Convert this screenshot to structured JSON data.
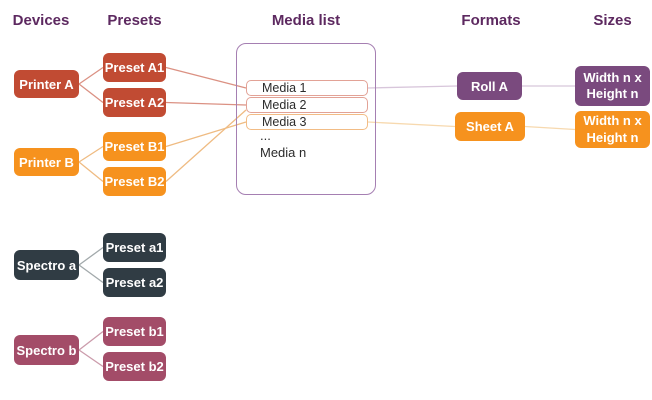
{
  "headers": {
    "devices": "Devices",
    "presets": "Presets",
    "media_list": "Media list",
    "formats": "Formats",
    "sizes": "Sizes"
  },
  "nodes": {
    "printer_a": {
      "label": "Printer A",
      "fill": "#c14b33"
    },
    "printer_b": {
      "label": "Printer B",
      "fill": "#f6921e"
    },
    "spectro_a": {
      "label": "Spectro a",
      "fill": "#303c44"
    },
    "spectro_b": {
      "label": "Spectro b",
      "fill": "#a34c68"
    },
    "preset_a1": {
      "label": "Preset A1",
      "fill": "#c14b33"
    },
    "preset_a2": {
      "label": "Preset A2",
      "fill": "#c14b33"
    },
    "preset_b1": {
      "label": "Preset B1",
      "fill": "#f6921e"
    },
    "preset_b2": {
      "label": "Preset B2",
      "fill": "#f6921e"
    },
    "preset_sa1": {
      "label": "Preset a1",
      "fill": "#303c44"
    },
    "preset_sa2": {
      "label": "Preset a2",
      "fill": "#303c44"
    },
    "preset_sb1": {
      "label": "Preset b1",
      "fill": "#a34c68"
    },
    "preset_sb2": {
      "label": "Preset b2",
      "fill": "#a34c68"
    },
    "roll_a": {
      "label": "Roll A",
      "fill": "#7a4a7e"
    },
    "sheet_a": {
      "label": "Sheet A",
      "fill": "#f6921e"
    },
    "size_a": {
      "label": "Width n x\nHeight n",
      "fill": "#7a4a7e"
    },
    "size_b": {
      "label": "Width n x\nHeight n",
      "fill": "#f6921e"
    }
  },
  "media_list": {
    "items": [
      {
        "label": "Media 1",
        "border": "#e2a296"
      },
      {
        "label": "Media 2",
        "border": "#e2a296"
      },
      {
        "label": "Media 3",
        "border": "#f2bc85"
      }
    ],
    "ellipsis": "...",
    "more": "Media n"
  },
  "connections": [
    {
      "from": "printer_a",
      "to": "preset_a1",
      "color": "#db9183"
    },
    {
      "from": "printer_a",
      "to": "preset_a2",
      "color": "#db9183"
    },
    {
      "from": "printer_b",
      "to": "preset_b1",
      "color": "#efbb82"
    },
    {
      "from": "printer_b",
      "to": "preset_b2",
      "color": "#efbb82"
    },
    {
      "from": "preset_a1",
      "to": "media_1",
      "color": "#db9183"
    },
    {
      "from": "preset_a2",
      "to": "media_2",
      "color": "#db9183"
    },
    {
      "from": "preset_b1",
      "to": "media_3",
      "color": "#efbb82"
    },
    {
      "from": "preset_b2",
      "to": "media_2",
      "color": "#efbb82"
    },
    {
      "from": "media_1",
      "to": "roll_a",
      "color": "#d8c6db"
    },
    {
      "from": "media_3",
      "to": "sheet_a",
      "color": "#f7d9af"
    },
    {
      "from": "roll_a",
      "to": "size_a",
      "color": "#d8c6db"
    },
    {
      "from": "sheet_a",
      "to": "size_b",
      "color": "#f7d9af"
    },
    {
      "from": "spectro_a",
      "to": "preset_sa1",
      "color": "#a2a9ab"
    },
    {
      "from": "spectro_a",
      "to": "preset_sa2",
      "color": "#a2a9ab"
    },
    {
      "from": "spectro_b",
      "to": "preset_sb1",
      "color": "#cb9bab"
    },
    {
      "from": "spectro_b",
      "to": "preset_sb2",
      "color": "#cb9bab"
    }
  ],
  "colors": {
    "heading": "#5d2960",
    "background": "#ffffff",
    "media_container_border": "#a57fb2",
    "media_text": "#2b2b2b"
  }
}
